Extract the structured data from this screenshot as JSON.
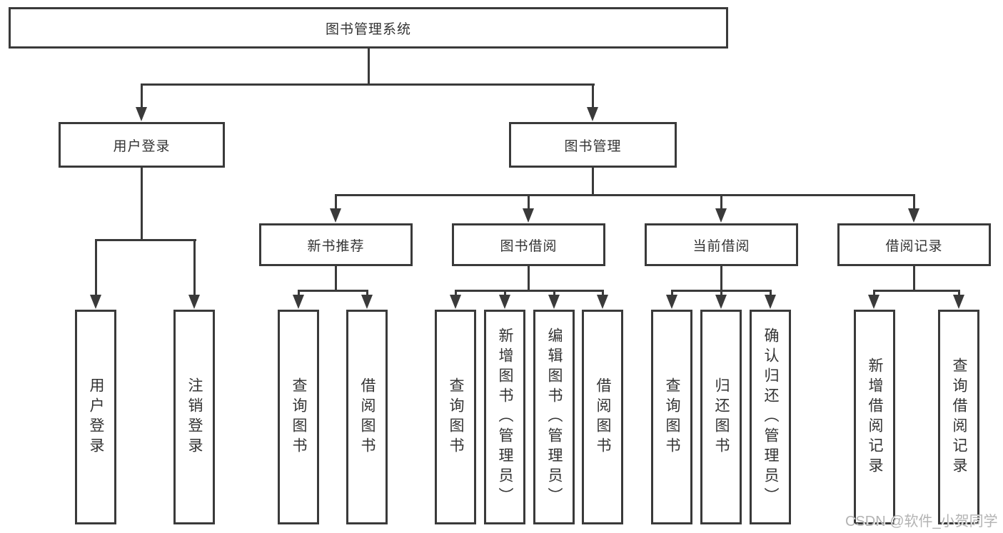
{
  "root": {
    "label": "图书管理系统"
  },
  "branches": {
    "user_login": {
      "label": "用户登录",
      "children": [
        "用户登录",
        "注销登录"
      ]
    },
    "book_management": {
      "label": "图书管理",
      "sections": {
        "new_book_recommendation": {
          "label": "新书推荐",
          "children": [
            "查询图书",
            "借阅图书"
          ]
        },
        "book_borrowing": {
          "label": "图书借阅",
          "children": [
            "查询图书",
            "新增图书（管理员）",
            "编辑图书（管理员）",
            "借阅图书"
          ]
        },
        "current_borrowing": {
          "label": "当前借阅",
          "children": [
            "查询图书",
            "归还图书",
            "确认归还（管理员）"
          ]
        },
        "borrowing_records": {
          "label": "借阅记录",
          "children": [
            "新增借阅记录",
            "查询借阅记录"
          ]
        }
      }
    }
  },
  "watermark": {
    "text": "CSDN @软件_小贺同学"
  },
  "colors": {
    "line": "#3a3a3a",
    "text": "#333333",
    "watermark": "#b3b3b3",
    "background": "#ffffff"
  }
}
